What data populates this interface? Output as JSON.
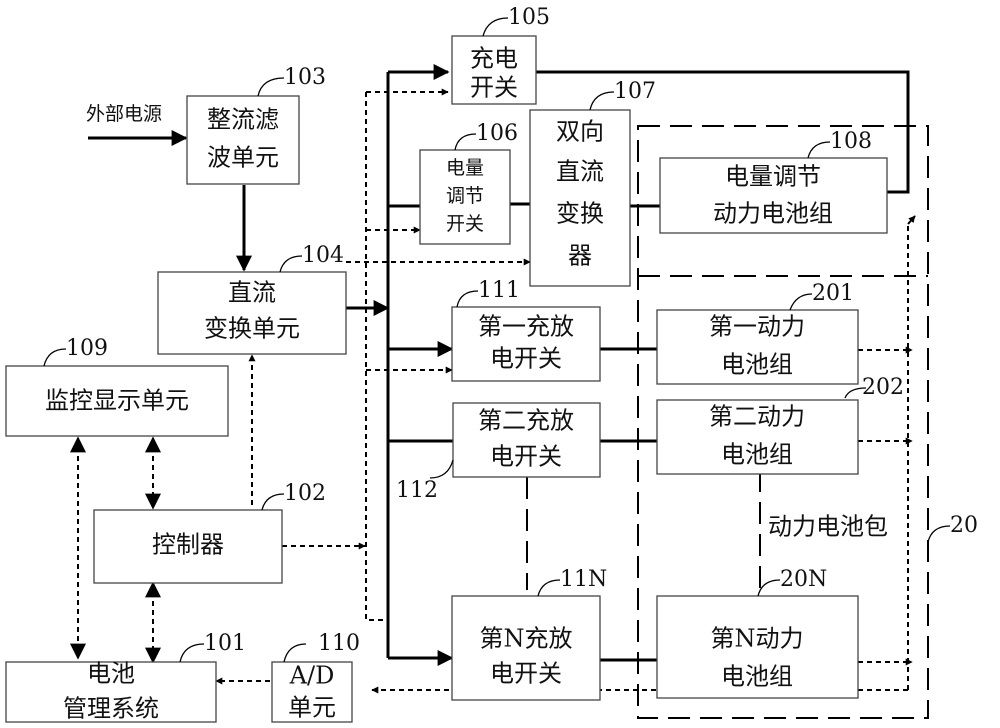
{
  "colors": {
    "line": "#000000",
    "box_border": "#444444",
    "background": "#ffffff"
  },
  "labels": {
    "external_power": "外部电源",
    "pack_label": "动力电池包"
  },
  "blocks": {
    "rectifier": {
      "number": "103",
      "line1": "整流滤",
      "line2": "波单元"
    },
    "dc_unit": {
      "number": "104",
      "line1": "直流",
      "line2": "变换单元"
    },
    "charge_switch": {
      "number": "105",
      "line1": "充电",
      "line2": "开关"
    },
    "qty_switch": {
      "number": "106",
      "line1": "电量",
      "line2": "调节",
      "line3": "开关"
    },
    "bidir": {
      "number": "107",
      "line1": "双向",
      "line2": "直流",
      "line3": "变换",
      "line4": "器"
    },
    "qty_pack": {
      "number": "108",
      "line1": "电量调节",
      "line2": "动力电池组"
    },
    "monitor": {
      "number": "109",
      "line1": "监控显示单元"
    },
    "controller": {
      "number": "102",
      "line1": "控制器"
    },
    "bms": {
      "number": "101",
      "line1": "电池",
      "line2": "管理系统"
    },
    "ad": {
      "number": "110",
      "line1": "A/D",
      "line2": "单元"
    },
    "sw1": {
      "number": "111",
      "line1": "第一充放",
      "line2": "电开关"
    },
    "sw2": {
      "number": "112",
      "line1": "第二充放",
      "line2": "电开关"
    },
    "swN": {
      "number": "11N",
      "line1": "第N充放",
      "line2": "电开关"
    },
    "bat1": {
      "number": "201",
      "line1": "第一动力",
      "line2": "电池组"
    },
    "bat2": {
      "number": "202",
      "line1": "第二动力",
      "line2": "电池组"
    },
    "batN": {
      "number": "20N",
      "line1": "第N动力",
      "line2": "电池组"
    },
    "pack": {
      "number": "20"
    }
  }
}
